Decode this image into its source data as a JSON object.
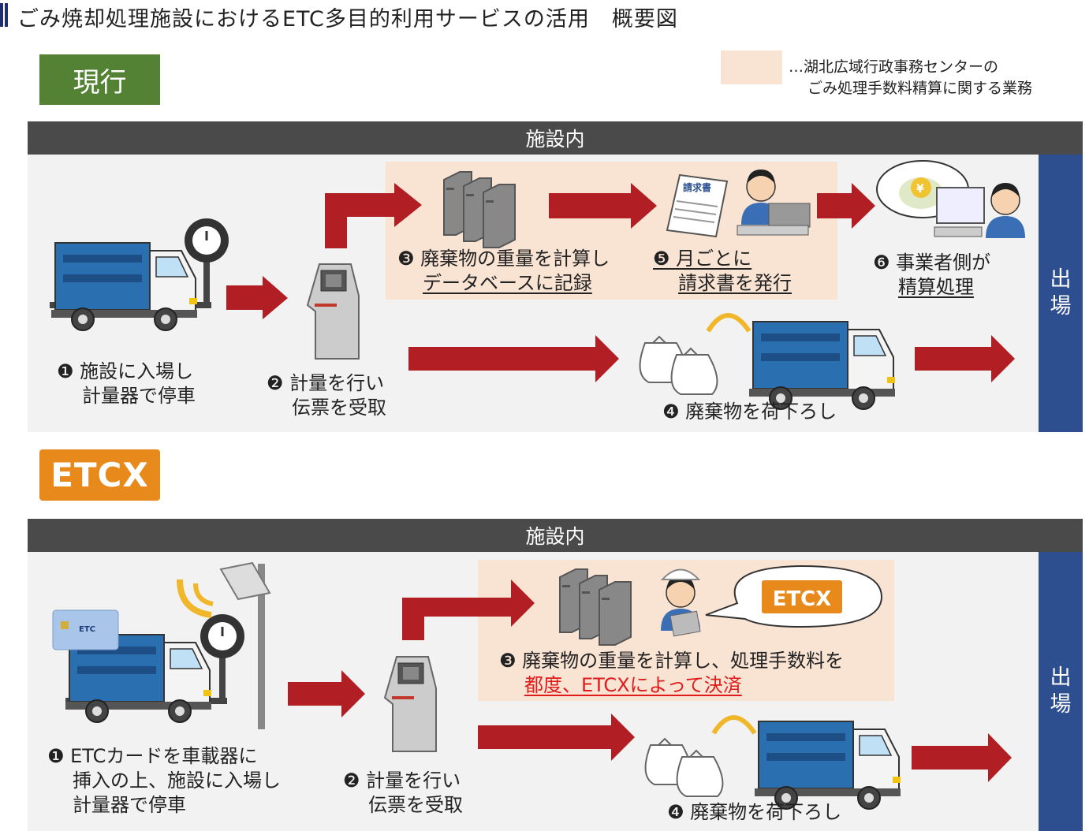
{
  "title": "ごみ焼却処理施設におけるETC多目的利用サービスの活用　概要図",
  "current_badge": "現行",
  "legend": {
    "text_line1": "…湖北広域行政事務センターの",
    "text_line2": "ごみ処理手数料精算に関する業務",
    "swatch_color": "#f9e3d3"
  },
  "colors": {
    "arrow": "#b11e23",
    "header": "#4a4a4a",
    "exit": "#2e4f8f",
    "green": "#548235",
    "etcx_orange": "#e8891c"
  },
  "current": {
    "header": "施設内",
    "exit_label": [
      "出",
      "場"
    ],
    "steps": {
      "s1": [
        "❶ 施設に入場し",
        "計量器で停車"
      ],
      "s2": [
        "❷ 計量を行い",
        "伝票を受取"
      ],
      "s3": [
        "❸ 廃棄物の重量を計算し",
        "データベースに記録"
      ],
      "s4": "❹ 廃棄物を荷下ろし",
      "s5": [
        "❺ 月ごとに",
        "請求書を発行"
      ],
      "s6": [
        "❻ 事業者側が",
        "精算処理"
      ]
    },
    "invoice_text": "請求書"
  },
  "etcx": {
    "logo": "ETCX",
    "header": "施設内",
    "exit_label": [
      "出",
      "場"
    ],
    "card_label": "ETC",
    "bubble_logo": "ETCX",
    "steps": {
      "s1": [
        "❶ ETCカードを車載器に",
        "挿入の上、施設に入場し",
        "計量器で停車"
      ],
      "s2": [
        "❷ 計量を行い",
        "伝票を受取"
      ],
      "s3": [
        "❸ 廃棄物の重量を計算し、処理手数料を",
        "都度、ETCXによって決済"
      ],
      "s4": "❹ 廃棄物を荷下ろし"
    }
  }
}
